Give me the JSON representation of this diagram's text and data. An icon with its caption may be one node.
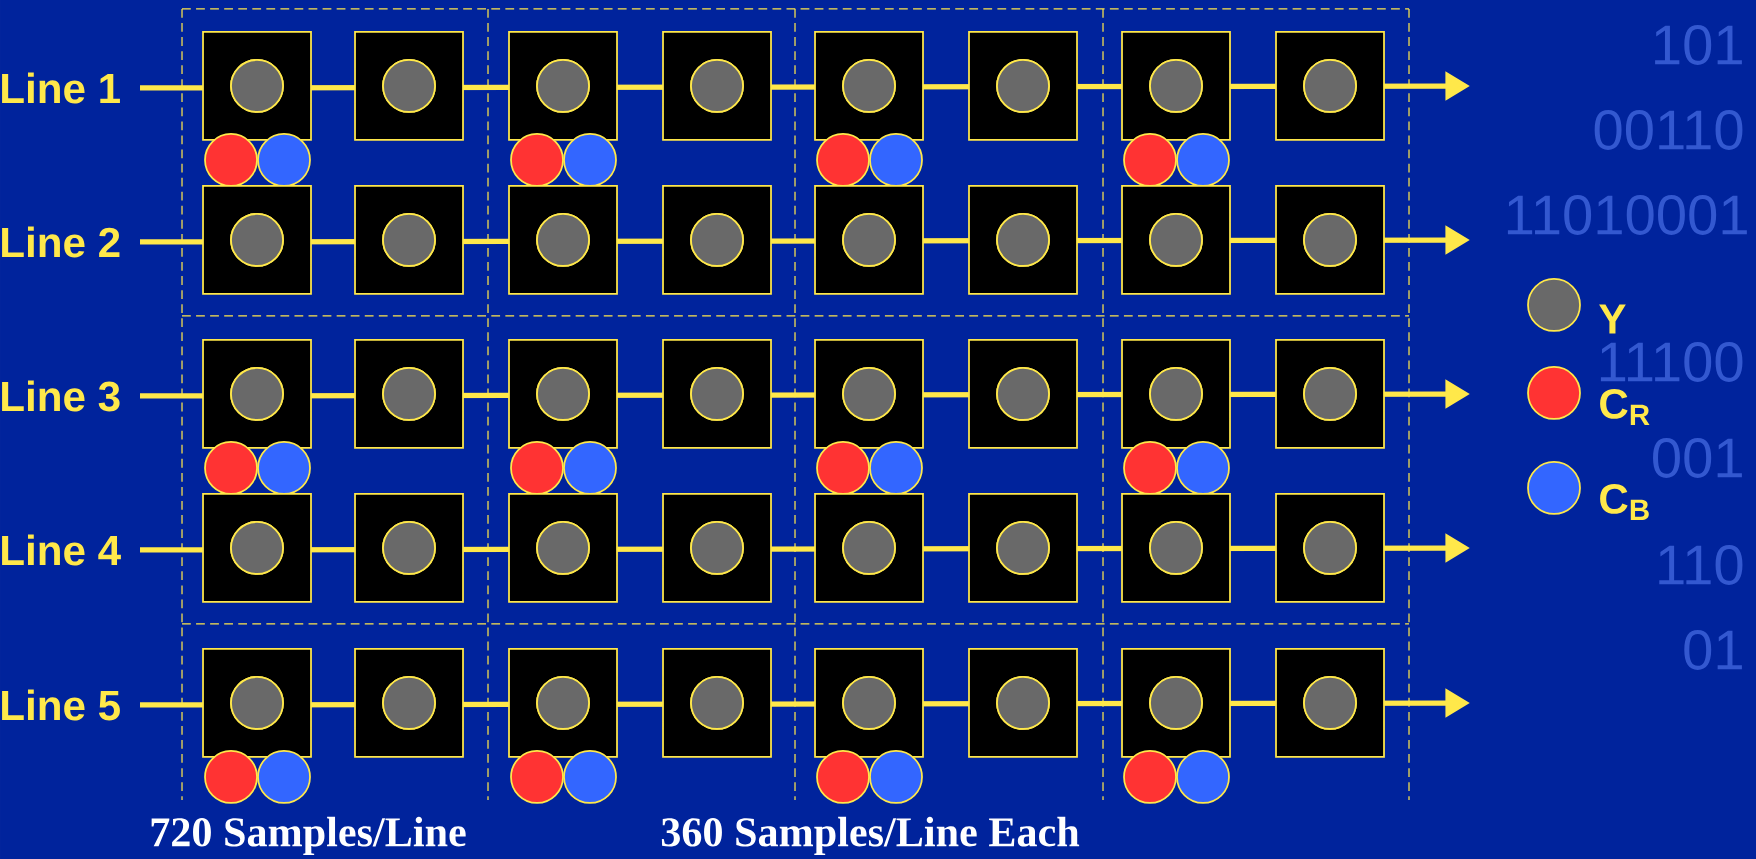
{
  "diagram": {
    "nodes": [
      {
        "text": [
          "Line 1"
        ]
      },
      {
        "text": [
          "Line 2"
        ]
      },
      {
        "text": [
          "Line 3"
        ]
      },
      {
        "text": [
          "Line 4"
        ]
      },
      {
        "text": [
          "Line 5"
        ]
      }
    ],
    "edges": [
      {
        "from": 0,
        "to": null,
        "arrow": "to"
      },
      {
        "from": 1,
        "to": null,
        "arrow": "to"
      },
      {
        "from": 2,
        "to": null,
        "arrow": "to"
      },
      {
        "from": 3,
        "to": null,
        "arrow": "to"
      },
      {
        "from": 4,
        "to": null,
        "arrow": "to"
      }
    ],
    "labels": [
      "101",
      "00110",
      "11010001",
      "11100",
      "001",
      "110",
      "01",
      "720 Samples/Line",
      "360 Samples/Line Each"
    ],
    "legend": [
      {
        "text": "Y",
        "color": "#696969"
      },
      {
        "text": "C$_{R}$",
        "color": "#ff3333"
      },
      {
        "text": "C$_{B}$",
        "color": "#3366ff"
      }
    ]
  }
}
